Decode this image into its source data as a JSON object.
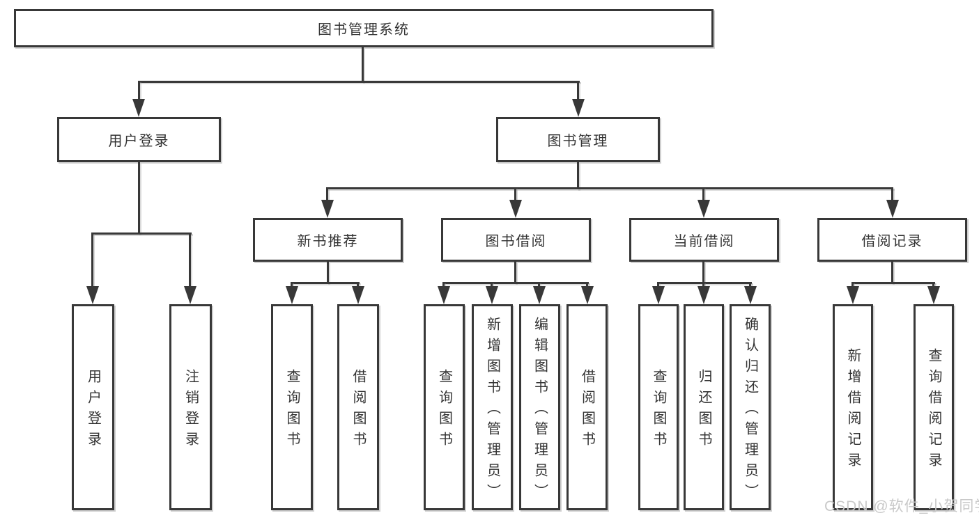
{
  "diagram": {
    "title": "图书管理系统",
    "watermark": "CSDN @软件_小贺同学",
    "colors": {
      "line": "#383838",
      "box_border": "#383838",
      "box_background": "#ffffff",
      "text": "#333333",
      "watermark_text": "#c9c9c9",
      "page_background": "#ffffff"
    },
    "nodes": {
      "root": {
        "label": "图书管理系统"
      },
      "user_login": {
        "label": "用户登录"
      },
      "book_mgmt": {
        "label": "图书管理"
      },
      "new_book_rec": {
        "label": "新书推荐"
      },
      "book_borrow": {
        "label": "图书借阅"
      },
      "current_borrow": {
        "label": "当前借阅"
      },
      "borrow_records": {
        "label": "借阅记录"
      },
      "leaf_user_login": {
        "label": "用户登录"
      },
      "leaf_logout": {
        "label": "注销登录"
      },
      "leaf_query_book_1": {
        "label": "查询图书"
      },
      "leaf_borrow_book_1": {
        "label": "借阅图书"
      },
      "leaf_query_book_2": {
        "label": "查询图书"
      },
      "leaf_add_book": {
        "label": "新增图书（管理员）"
      },
      "leaf_edit_book": {
        "label": "编辑图书（管理员）"
      },
      "leaf_borrow_book_2": {
        "label": "借阅图书"
      },
      "leaf_query_book_3": {
        "label": "查询图书"
      },
      "leaf_return_book": {
        "label": "归还图书"
      },
      "leaf_confirm_return": {
        "label": "确认归还（管理员）"
      },
      "leaf_add_record": {
        "label": "新增借阅记录"
      },
      "leaf_query_record": {
        "label": "查询借阅记录"
      }
    },
    "tree": {
      "图书管理系统": {
        "用户登录": [
          "用户登录",
          "注销登录"
        ],
        "图书管理": {
          "新书推荐": [
            "查询图书",
            "借阅图书"
          ],
          "图书借阅": [
            "查询图书",
            "新增图书（管理员）",
            "编辑图书（管理员）",
            "借阅图书"
          ],
          "当前借阅": [
            "查询图书",
            "归还图书",
            "确认归还（管理员）"
          ],
          "借阅记录": [
            "新增借阅记录",
            "查询借阅记录"
          ]
        }
      }
    }
  }
}
